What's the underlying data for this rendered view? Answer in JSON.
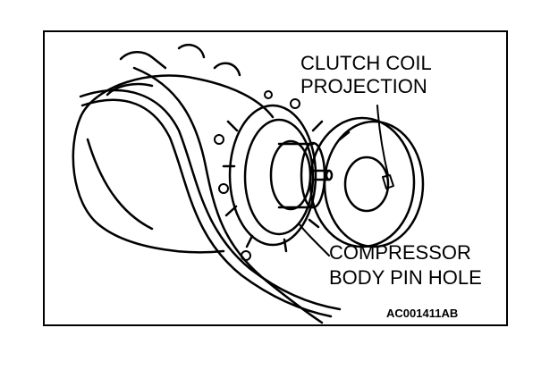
{
  "labels": {
    "clutch_coil_line1": "CLUTCH COIL",
    "clutch_coil_line2": "PROJECTION",
    "compressor_line1": "COMPRESSOR",
    "compressor_line2": "BODY PIN HOLE",
    "figure_code": "AC001411AB"
  }
}
